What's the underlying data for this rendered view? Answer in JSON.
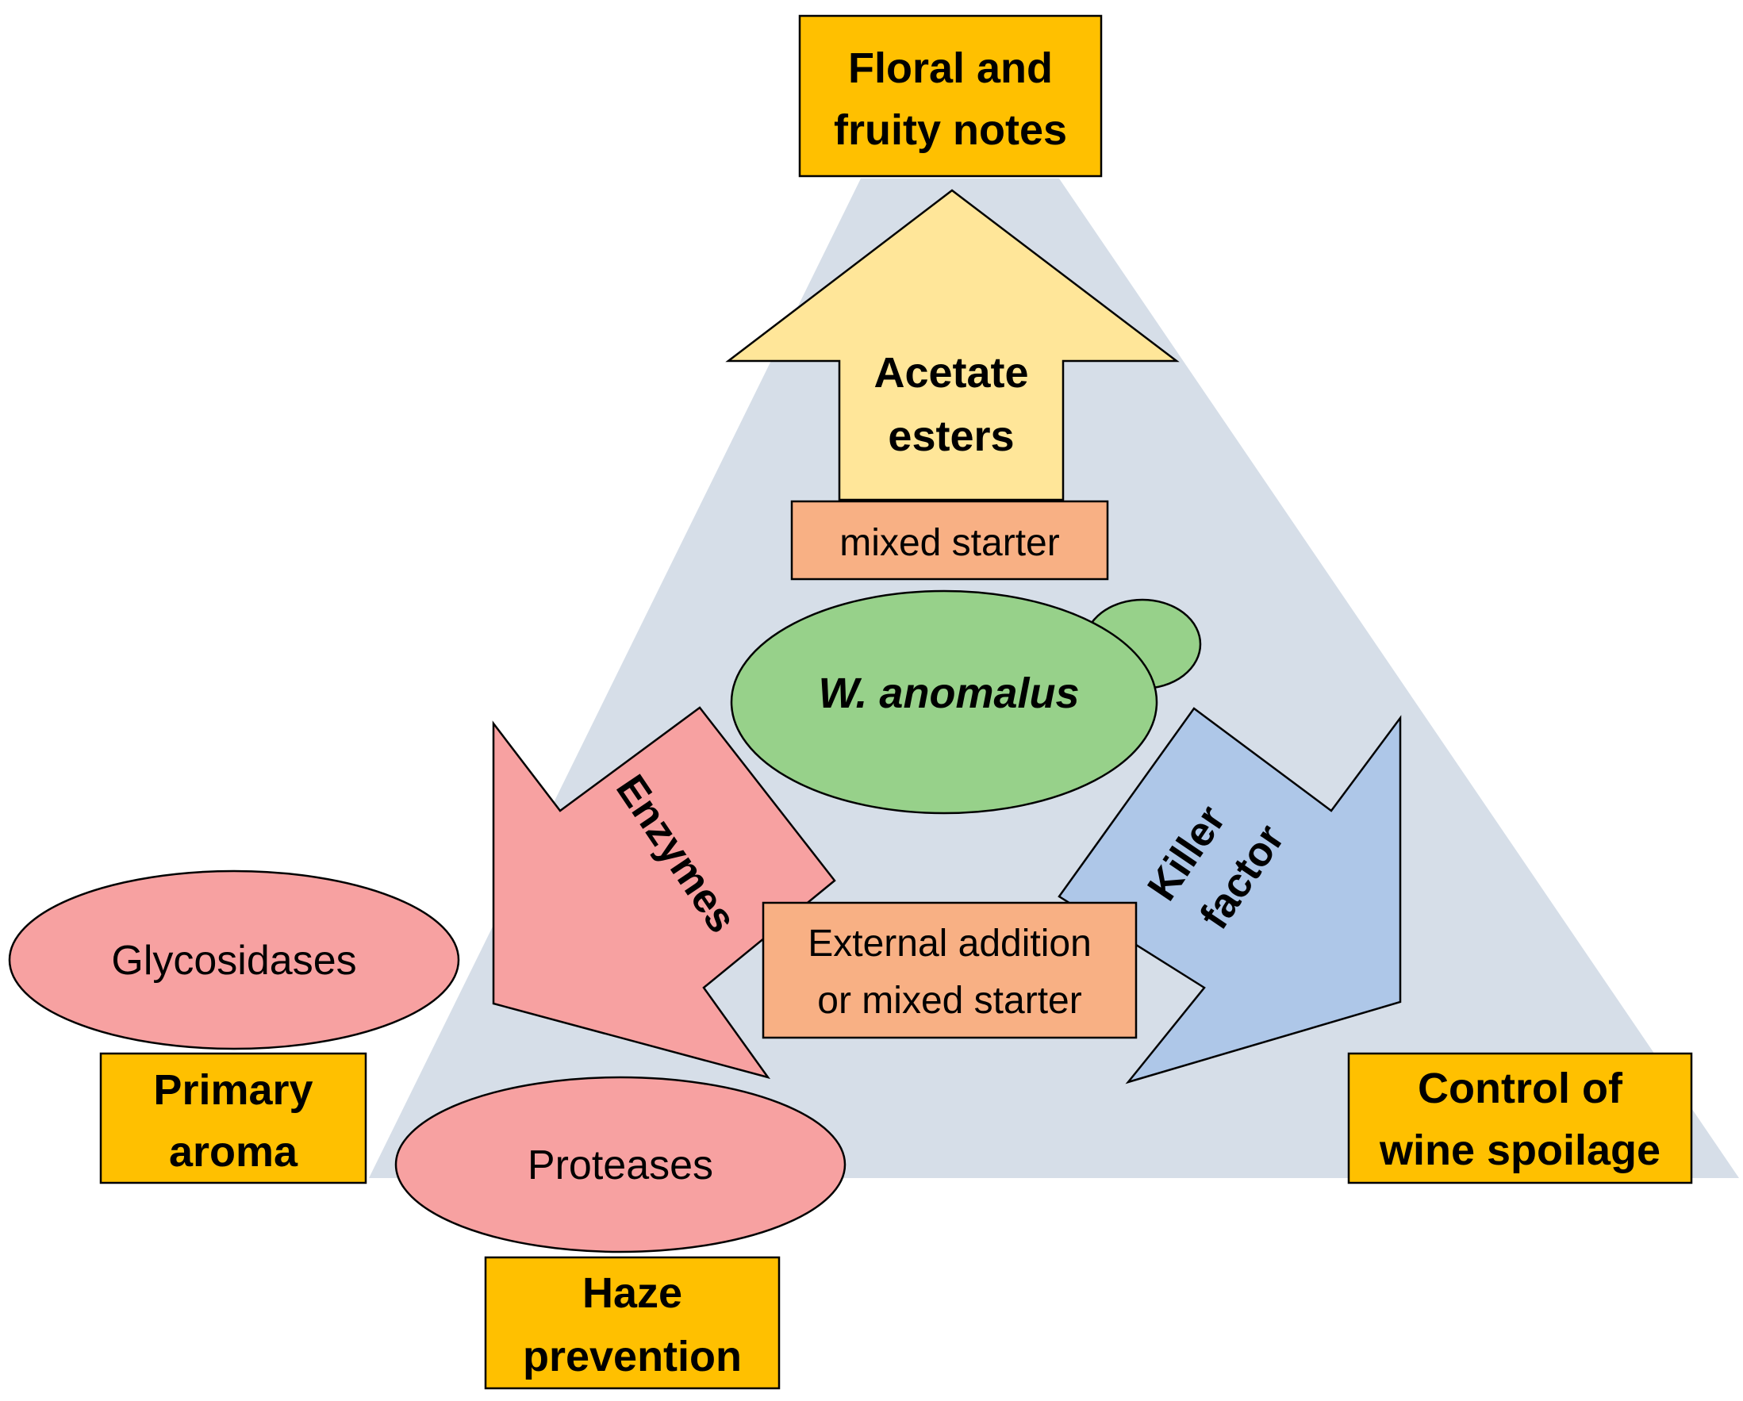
{
  "center": {
    "organism": "W. anomalus"
  },
  "arrows": {
    "top": {
      "label_line1": "Acetate",
      "label_line2": "esters"
    },
    "left": {
      "label": "Enzymes"
    },
    "right": {
      "label_line1": "Killer",
      "label_line2": "factor"
    }
  },
  "notes": {
    "top": "mixed starter",
    "middle_line1": "External addition",
    "middle_line2": "or mixed starter"
  },
  "enzymes": {
    "glycosidases": "Glycosidases",
    "proteases": "Proteases"
  },
  "outcomes": {
    "top_line1": "Floral and",
    "top_line2": "fruity notes",
    "left_line1": "Primary",
    "left_line2": "aroma",
    "bottom_line1": "Haze",
    "bottom_line2": "prevention",
    "right_line1": "Control of",
    "right_line2": "wine spoilage"
  },
  "colors": {
    "triangle": "#d6dee8",
    "outcome_box": "#ffc000",
    "top_arrow": "#ffe699",
    "note_box": "#f8b084",
    "yeast": "#97d18a",
    "enzyme_pink": "#f7a1a1",
    "killer_blue": "#aec7e8"
  }
}
